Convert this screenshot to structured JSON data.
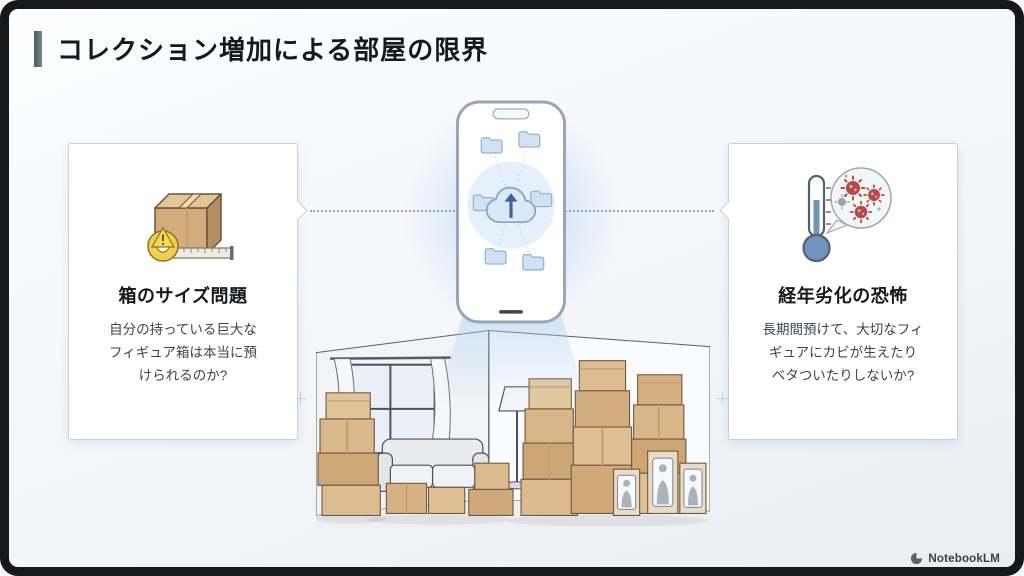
{
  "slide": {
    "title": "コレクション増加による部屋の限界",
    "footer": {
      "brand": "NotebookLM"
    }
  },
  "cards": {
    "left": {
      "icon": "box-with-measuring-tape-icon",
      "title": "箱のサイズ問題",
      "body": "自分の持っている巨大な\nフィギュア箱は本当に預\nけられるのか?"
    },
    "right": {
      "icon": "thermometer-mold-bubble-icon",
      "title": "経年劣化の恐怖",
      "body": "長期間預けて、大切なフィ\nギュアにカビが生えたり\nベタついたりしないか?"
    }
  },
  "center_illustration": {
    "name": "smartphone-cloud-upload",
    "elements": [
      "phone-frame",
      "notch",
      "cloud-upload-icon",
      "folder-icons",
      "home-indicator",
      "blue-glow"
    ]
  },
  "bottom_illustration": {
    "name": "room-filled-with-cardboard-boxes",
    "elements": [
      "room-corner-walls",
      "window-with-curtains",
      "sofa",
      "floor-lamp",
      "cardboard-box-stacks",
      "figure-display-boxes"
    ]
  },
  "connectors": {
    "style": "dotted-line-with-diamond-tips"
  },
  "colors": {
    "frame": "#17181c",
    "accent_bar": "#5c6470",
    "card_border": "#c9cfd9",
    "dotted_line": "#93a7bd",
    "cardboard": "#d7b488",
    "cloud_blue": "#dbe9f7",
    "glow_blue": "#aecdee",
    "mold_red": "#b54945",
    "thermometer_blue": "#6f94bd",
    "text_dark": "#16181d",
    "text_body": "#3f444c"
  }
}
